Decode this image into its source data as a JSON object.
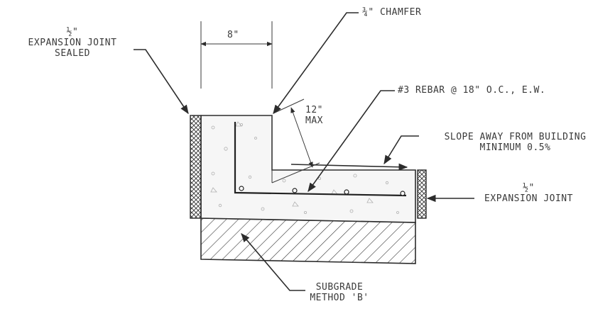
{
  "labels": {
    "joint_sealed": [
      "½\"",
      "EXPANSION JOINT",
      "SEALED"
    ],
    "chamfer": "¾\" CHAMFER",
    "width": "8\"",
    "rebar": "#3 REBAR @ 18\" O.C., E.W.",
    "max_height": [
      "12\"",
      "MAX"
    ],
    "slope": [
      "SLOPE AWAY FROM BUILDING",
      "MINIMUM 0.5%"
    ],
    "joint": [
      "½\"",
      "EXPANSION JOINT"
    ],
    "subgrade": [
      "SUBGRADE",
      "METHOD 'B'"
    ]
  }
}
